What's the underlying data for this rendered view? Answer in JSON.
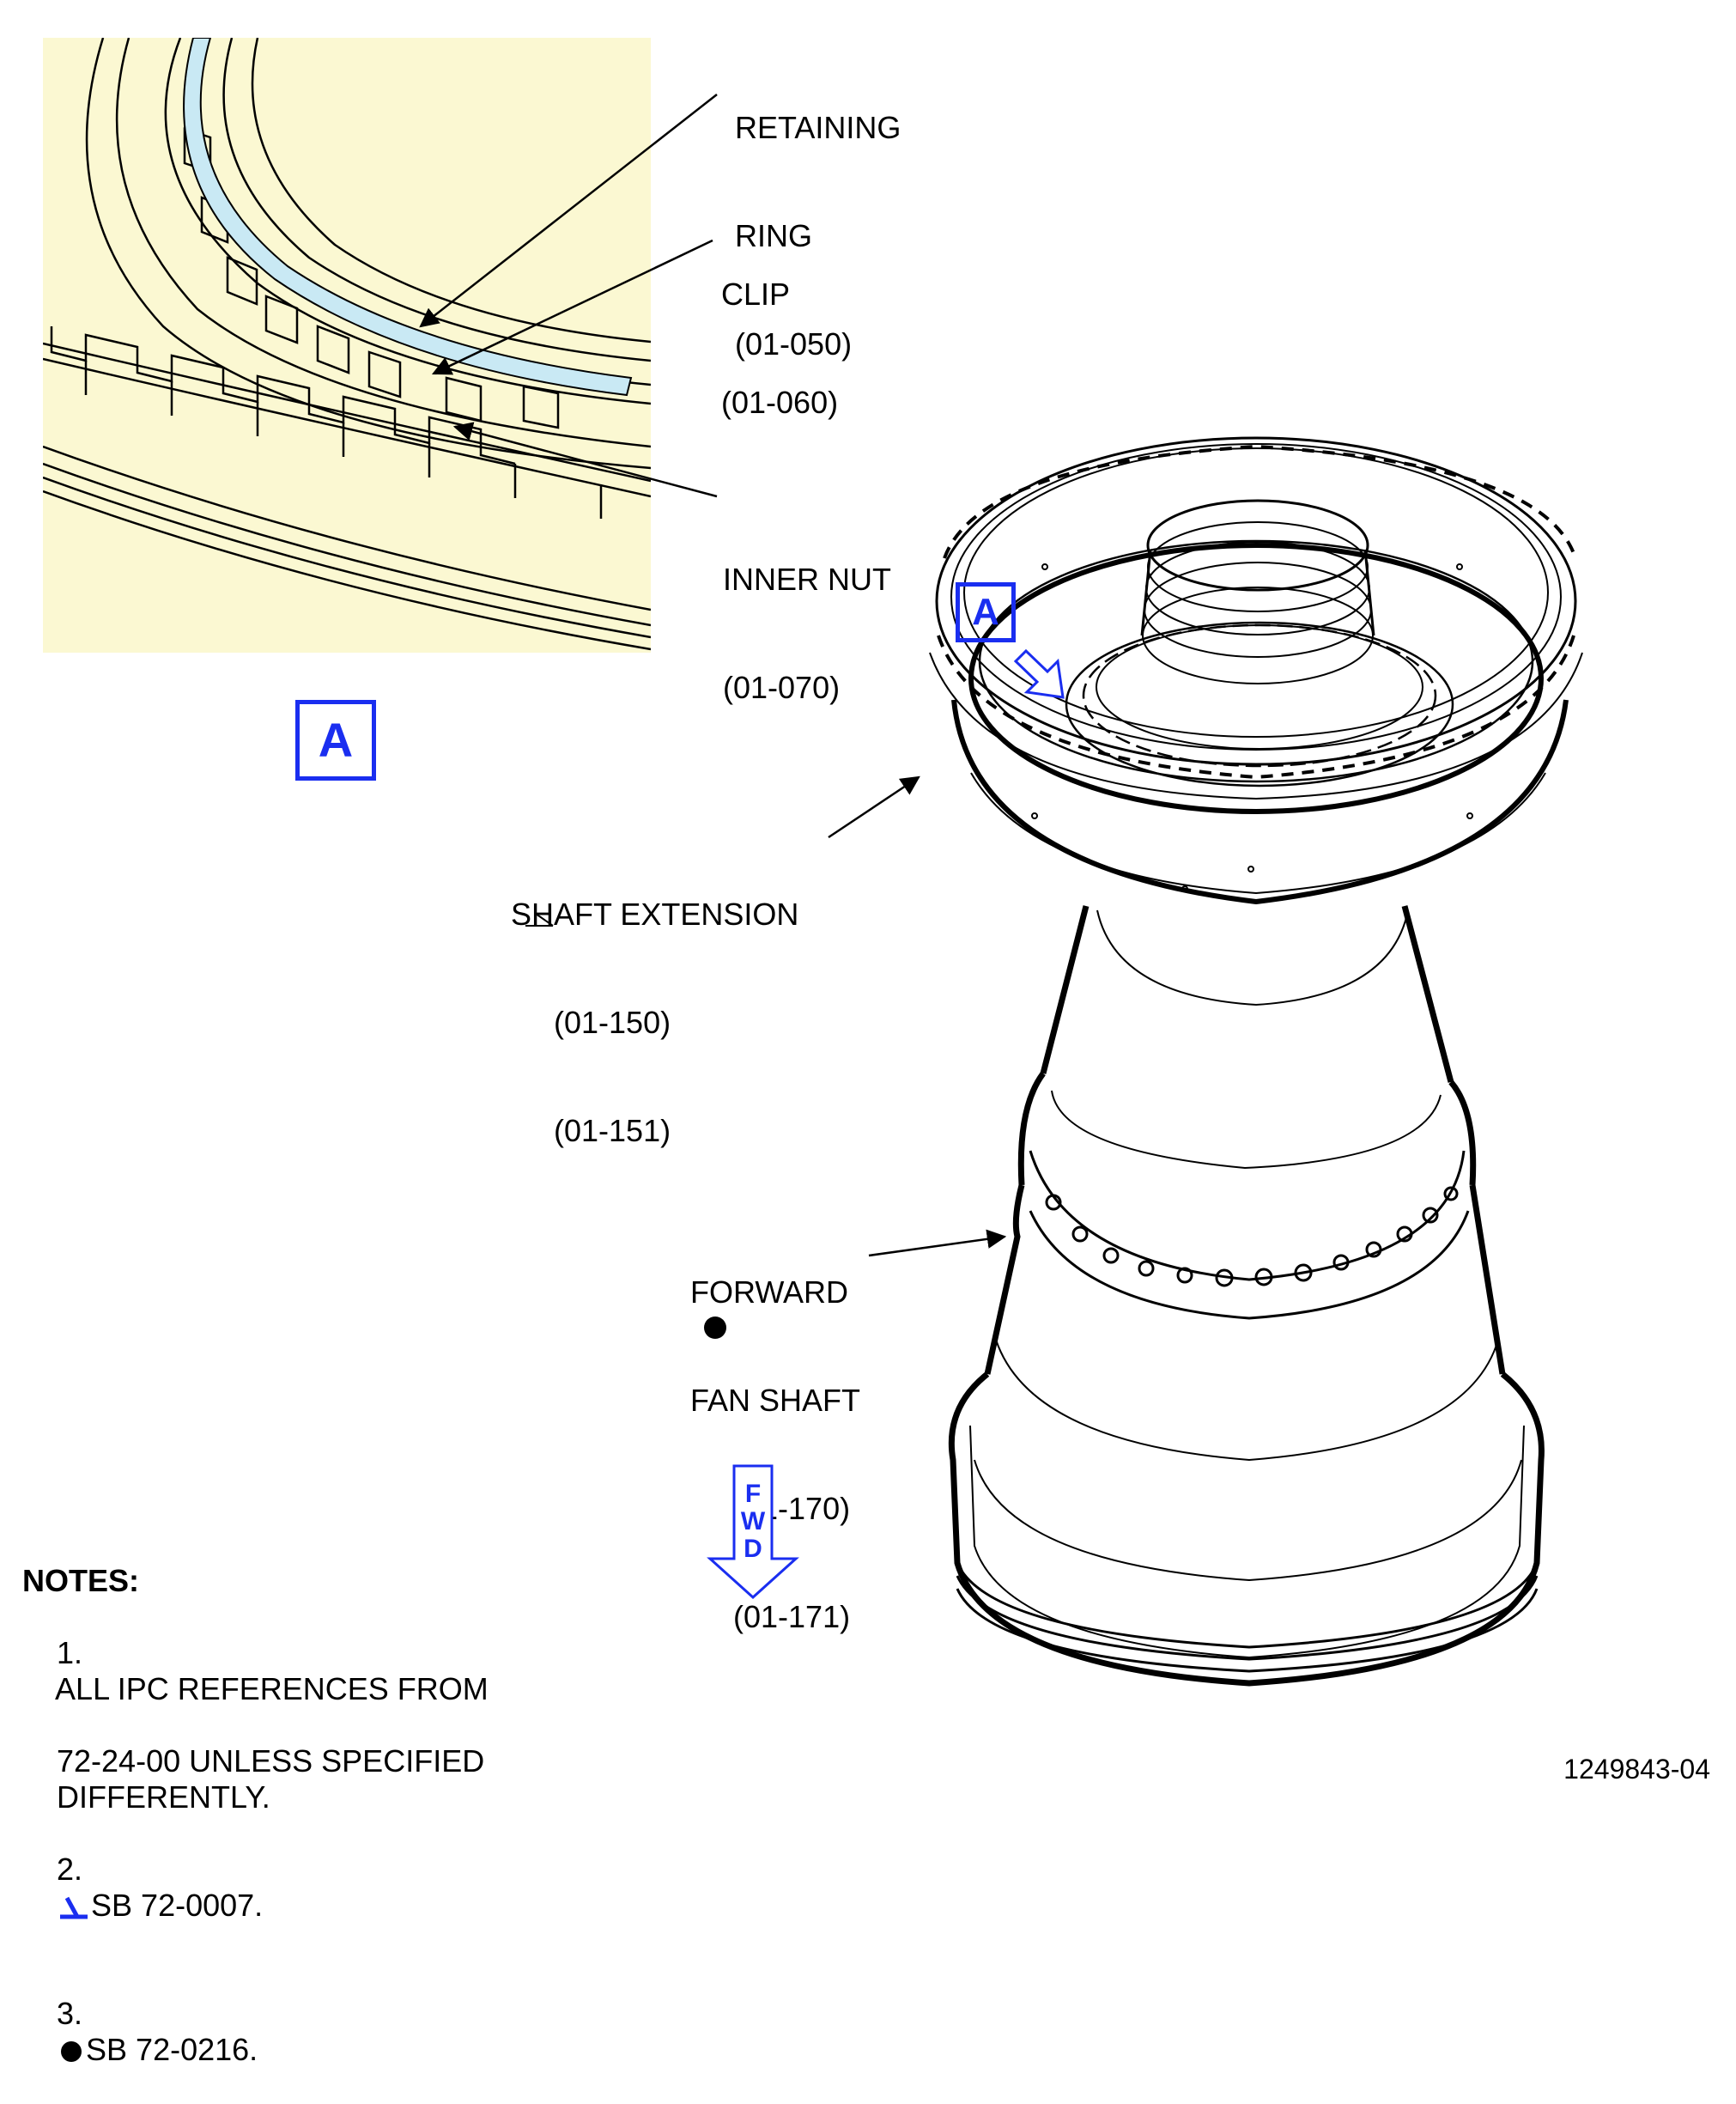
{
  "callouts": {
    "retaining_ring": {
      "line1": "RETAINING",
      "line2": "RING",
      "ref": "(01-050)"
    },
    "clip": {
      "line1": "CLIP",
      "ref": "(01-060)"
    },
    "inner_nut": {
      "line1": "INNER NUT",
      "ref": "(01-070)"
    },
    "shaft_extension": {
      "line1": "SHAFT EXTENSION",
      "ref1": "(01-150)",
      "ref2": "(01-151)"
    },
    "forward_fan_shaft": {
      "line1": "FORWARD",
      "line2": "FAN SHAFT",
      "ref1": "(01-170)",
      "ref2": "(01-171)"
    }
  },
  "detail_tags": {
    "detail_view": "A",
    "main_view": "A"
  },
  "direction_indicator": {
    "letters": [
      "F",
      "W",
      "D"
    ]
  },
  "notes": {
    "title": "NOTES:",
    "items": [
      {
        "num": "1.",
        "lines": [
          "ALL IPC REFERENCES FROM",
          "72-24-00 UNLESS SPECIFIED",
          "DIFFERENTLY."
        ]
      },
      {
        "num": "2.",
        "text": "SB 72-0007.",
        "symbol": "blue-hook-icon"
      },
      {
        "num": "3.",
        "text": "SB 72-0216.",
        "symbol": "black-dot-icon"
      }
    ]
  },
  "figure_number": "1249843-04",
  "colors": {
    "detail_background": "#fbf8d2",
    "accent_blue": "#1a2ef0",
    "ring_fill": "#c9e9f4",
    "line": "#000000"
  }
}
